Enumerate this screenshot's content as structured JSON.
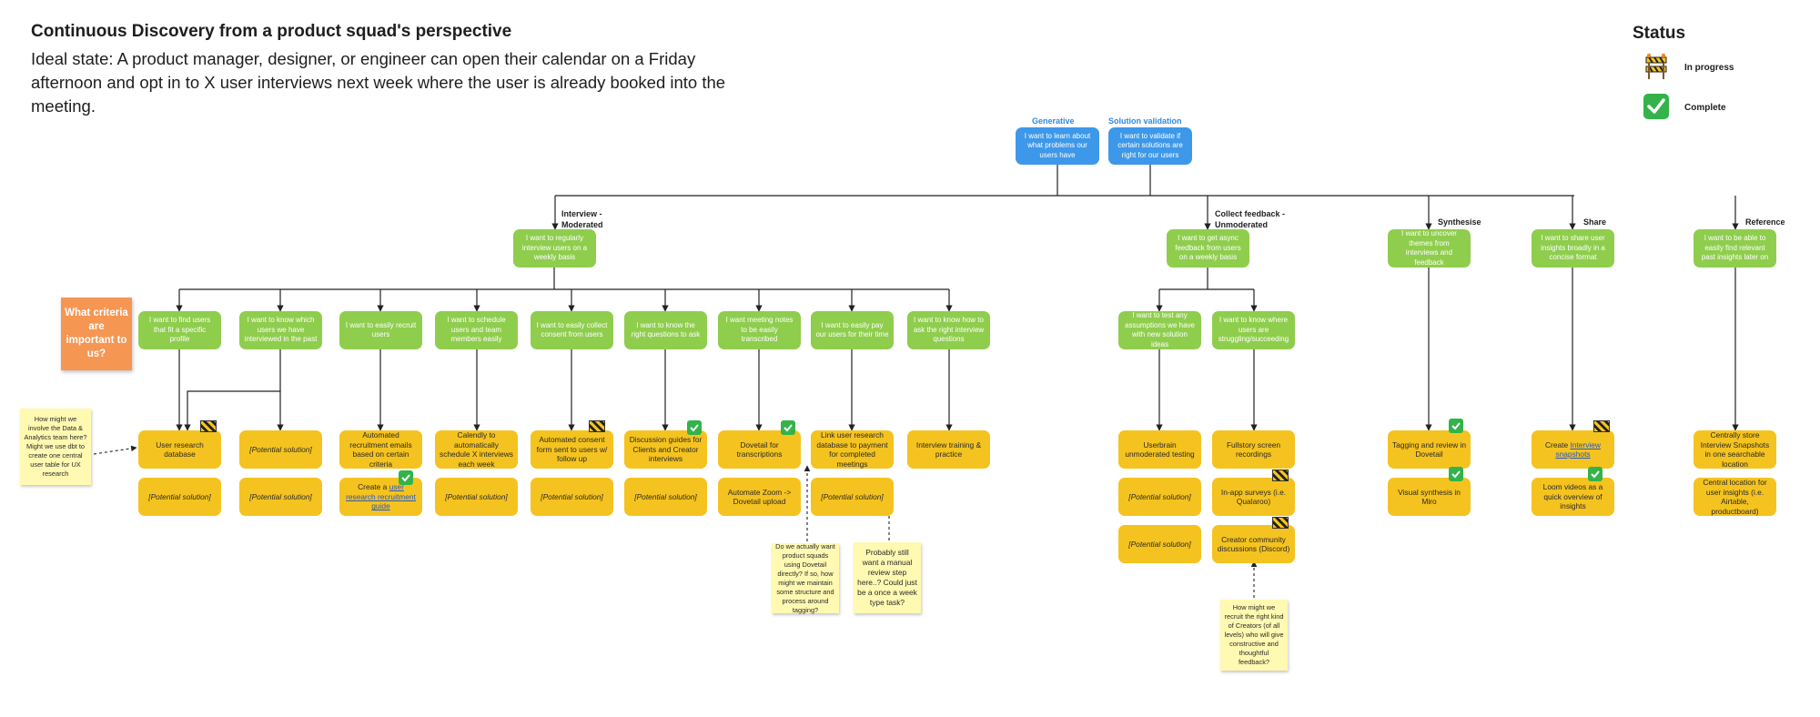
{
  "title": "Continuous Discovery from a product squad's perspective",
  "subtitle": "Ideal state: A product manager, designer, or engineer can open their calendar on a Friday afternoon and opt in to X user interviews next week where the user is already booked into the meeting.",
  "legend": {
    "title": "Status",
    "in_progress": "In progress",
    "complete": "Complete"
  },
  "colors": {
    "blue": "#3d98e9",
    "green": "#8fcd4d",
    "yellow": "#f5c31f",
    "sticky": "#fff9b1",
    "orange": "#f69653",
    "complete": "#33b34a"
  },
  "top": {
    "generative_label": "Generative",
    "generative_card": "I want to learn about what problems our users have",
    "validation_label": "Solution validation",
    "validation_card": "I want to validate if certain solutions are right for our users"
  },
  "categories": [
    {
      "label": "Interview - Moderated",
      "card": "I want to regularly interview users on a weekly basis"
    },
    {
      "label": "Collect feedback - Unmoderated",
      "card": "I want to get async feedback from users on a weekly basis"
    },
    {
      "label": "Synthesise",
      "card": "I want to uncover themes from interviews and feedback"
    },
    {
      "label": "Share",
      "card": "I want to share user insights broadly in a concise format"
    },
    {
      "label": "Reference",
      "card": "I want to be able to easily find relevant past insights later on"
    }
  ],
  "needs": [
    "I want to find users that fit a specific profile",
    "I want to know which users we have interviewed in the past",
    "I want to easily recruit users",
    "I want to schedule users and team members easily",
    "I want to easily collect consent from users",
    "I want to know the right questions to ask",
    "I want meeting notes to be easily transcribed",
    "I want to easily pay our users for their time",
    "I want to know how to ask the right interview questions",
    "I want to test any assumptions we have with new solution ideas",
    "I want to know where users are struggling/succeeding"
  ],
  "solutions": {
    "user_research_db": "User research database",
    "potential": "[Potential solution]",
    "automated_emails": "Automated recruitment emails based on certain criteria",
    "create_guide_prefix": "Create a ",
    "create_guide_link": "user research recruitment guide",
    "calendly": "Calendly to automatically schedule X interviews each week",
    "consent": "Automated consent form sent to users w/ follow up",
    "discussion_guides": "Discussion guides for Clients and Creator interviews",
    "dovetail": "Dovetail for transcriptions",
    "zoom": "Automate Zoom -> Dovetail upload",
    "link_payment": "Link user research database to payment for completed meetings",
    "training": "Interview training & practice",
    "userbrain": "Userbrain unmoderated testing",
    "fullstory": "Fullstory screen recordings",
    "inapp": "In-app surveys (i.e. Qualaroo)",
    "community": "Creator community discussions (Discord)",
    "tagging": "Tagging and review in Dovetail",
    "miro": "Visual synthesis in Miro",
    "snapshots_prefix": "Create ",
    "snapshots_link": "Interview snapshots",
    "loom": "Loom videos as a quick overview of insights",
    "centrally_store": "Centrally store Interview Snapshots in one searchable location",
    "central_location": "Central location for user insights (i.e. Airtable, productboard)"
  },
  "notes": {
    "criteria": "What criteria are important to us?",
    "data_team": "How might we involve the Data & Analytics team here? Might we use dbt to create one central user table for UX research",
    "dovetail_squads": "Do we actually want product squads using Dovetail directly? If so, how might we maintain some structure and process around tagging?",
    "manual_review": "Probably still want a manual review step here..? Could just be a once a week type task?",
    "recruit_creators": "How might we recruit the right kind of Creators (of all levels) who will give constructive and thoughtful feedback?"
  }
}
